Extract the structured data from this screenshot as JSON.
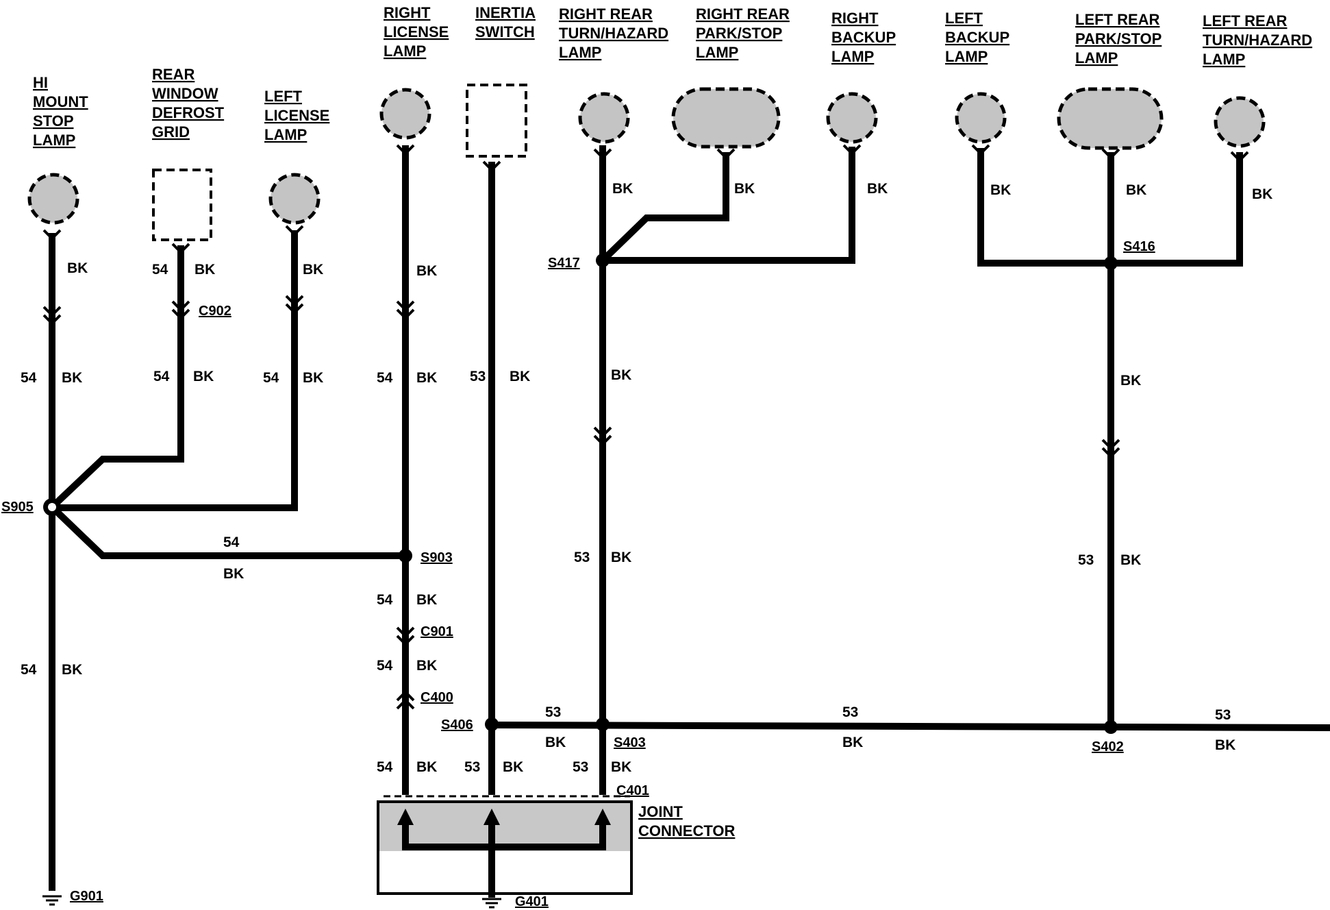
{
  "components": {
    "hi_mount": [
      "HI",
      "MOUNT",
      "STOP",
      "LAMP"
    ],
    "rear_defrost": [
      "REAR",
      "WINDOW",
      "DEFROST",
      "GRID"
    ],
    "left_license": [
      "LEFT",
      "LICENSE",
      "LAMP"
    ],
    "right_license": [
      "RIGHT",
      "LICENSE",
      "LAMP"
    ],
    "inertia_switch": [
      "INERTIA",
      "SWITCH"
    ],
    "rr_turn": [
      "RIGHT REAR",
      "TURN/HAZARD",
      "LAMP"
    ],
    "rr_park": [
      "RIGHT REAR",
      "PARK/STOP",
      "LAMP"
    ],
    "right_backup": [
      "RIGHT",
      "BACKUP",
      "LAMP"
    ],
    "left_backup": [
      "LEFT",
      "BACKUP",
      "LAMP"
    ],
    "lr_park": [
      "LEFT REAR",
      "PARK/STOP",
      "LAMP"
    ],
    "lr_turn": [
      "LEFT REAR",
      "TURN/HAZARD",
      "LAMP"
    ],
    "joint_connector": [
      "JOINT",
      "CONNECTOR"
    ]
  },
  "refs": {
    "s905": "S905",
    "s903": "S903",
    "s417": "S417",
    "s416": "S416",
    "s406": "S406",
    "s403": "S403",
    "s402": "S402",
    "c902": "C902",
    "c901": "C901",
    "c400": "C400",
    "c401": "C401",
    "g901": "G901",
    "g401": "G401"
  },
  "wire": {
    "color": "BK",
    "circuit_54": "54",
    "circuit_53": "53"
  }
}
